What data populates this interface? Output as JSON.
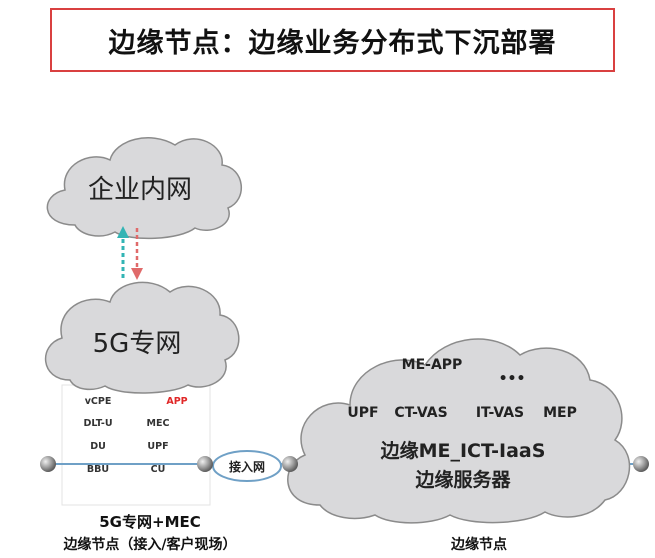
{
  "title": "边缘节点：边缘业务分布式下沉部署",
  "clouds": {
    "enterprise": "企业内网",
    "private_5g": "5G专网",
    "edge": {
      "top_label": "ME-APP",
      "dots": "•••",
      "row_items": [
        "UPF",
        "CT-VAS",
        "IT-VAS",
        "MEP"
      ],
      "layer_label": "边缘ME_ICT-IaaS",
      "server_label": "边缘服务器"
    }
  },
  "server_items": {
    "left_column": [
      "vCPE",
      "DLT-U",
      "DU",
      "BBU"
    ],
    "right_column": [
      "APP",
      "MEC",
      "UPF",
      "CU"
    ]
  },
  "access_network": "接入网",
  "bottom_labels": {
    "left_line1": "5G专网+MEC",
    "left_line2": "边缘节点（接入/客户现场）",
    "right": "边缘节点"
  },
  "colors": {
    "title_border": "#d94040",
    "cloud_fill": "#d9d9db",
    "arrow_up": "#32b4b4",
    "arrow_down": "#e06a6a",
    "app_text": "#e02828",
    "link": "#6fa0c6"
  }
}
